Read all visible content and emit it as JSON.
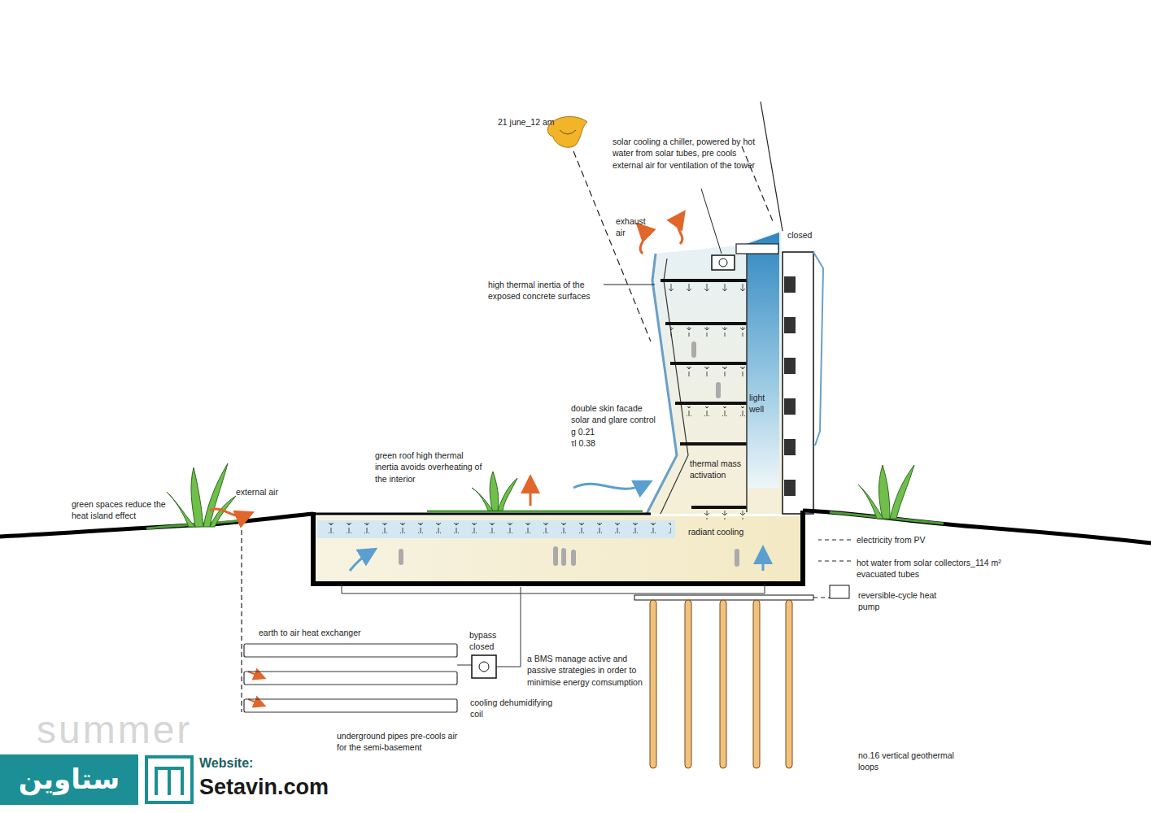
{
  "diagram": {
    "labels": [
      "21 june_12 am",
      "solar cooling a chiller, powered by hot water from solar tubes, pre cools external air for ventilation of the tower",
      "exhaust air",
      "closed",
      "high thermal inertia of the exposed concrete surfaces",
      "light well",
      "double skin facade",
      "solar and glare control",
      "g 0.21",
      "τl 0.38",
      "green roof high thermal inertia avoids overheating of the interior",
      "thermal mass activation",
      "green spaces reduce the heat island effect",
      "external air",
      "radiant cooling",
      "electricity from PV",
      "hot water from solar collectors_114 m² evacuated tubes",
      "reversible-cycle heat pump",
      "earth to air heat exchanger",
      "bypass closed",
      "a BMS manage active and passive strategies in order to minimise energy comsumption",
      "cooling dehumidifying coil",
      "underground pipes pre-cools air for the semi-basement",
      "no.16 vertical geothermal loops",
      "summer",
      "ستاوین",
      "Website:",
      "Setavin.com"
    ]
  }
}
